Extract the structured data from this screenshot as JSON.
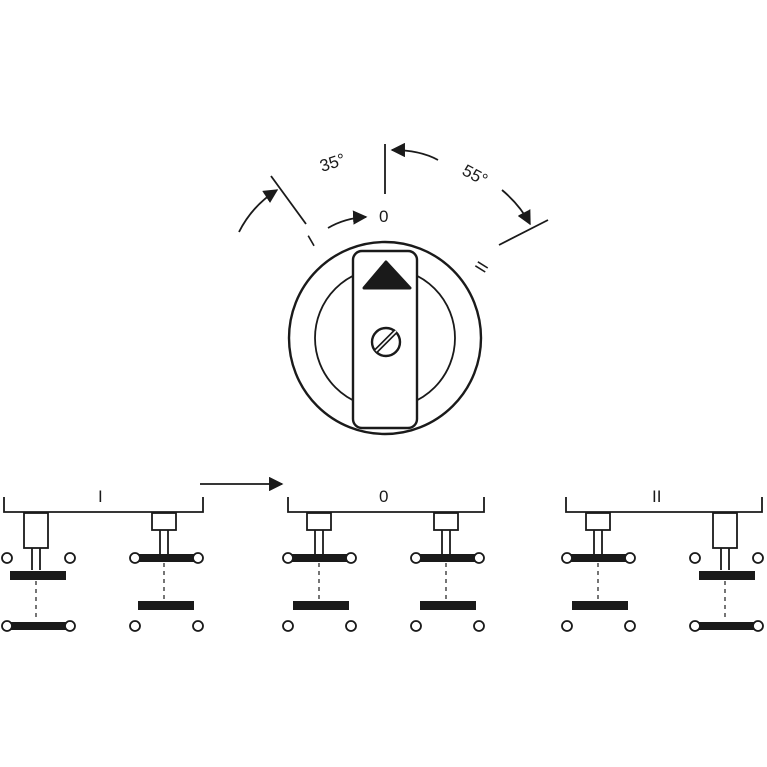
{
  "dial": {
    "angle_left": "35°",
    "angle_right": "55°",
    "pos_I": "I",
    "pos_0": "0",
    "pos_II": "II"
  },
  "switch_positions": [
    {
      "label": "I"
    },
    {
      "label": "0"
    },
    {
      "label": "II"
    }
  ]
}
